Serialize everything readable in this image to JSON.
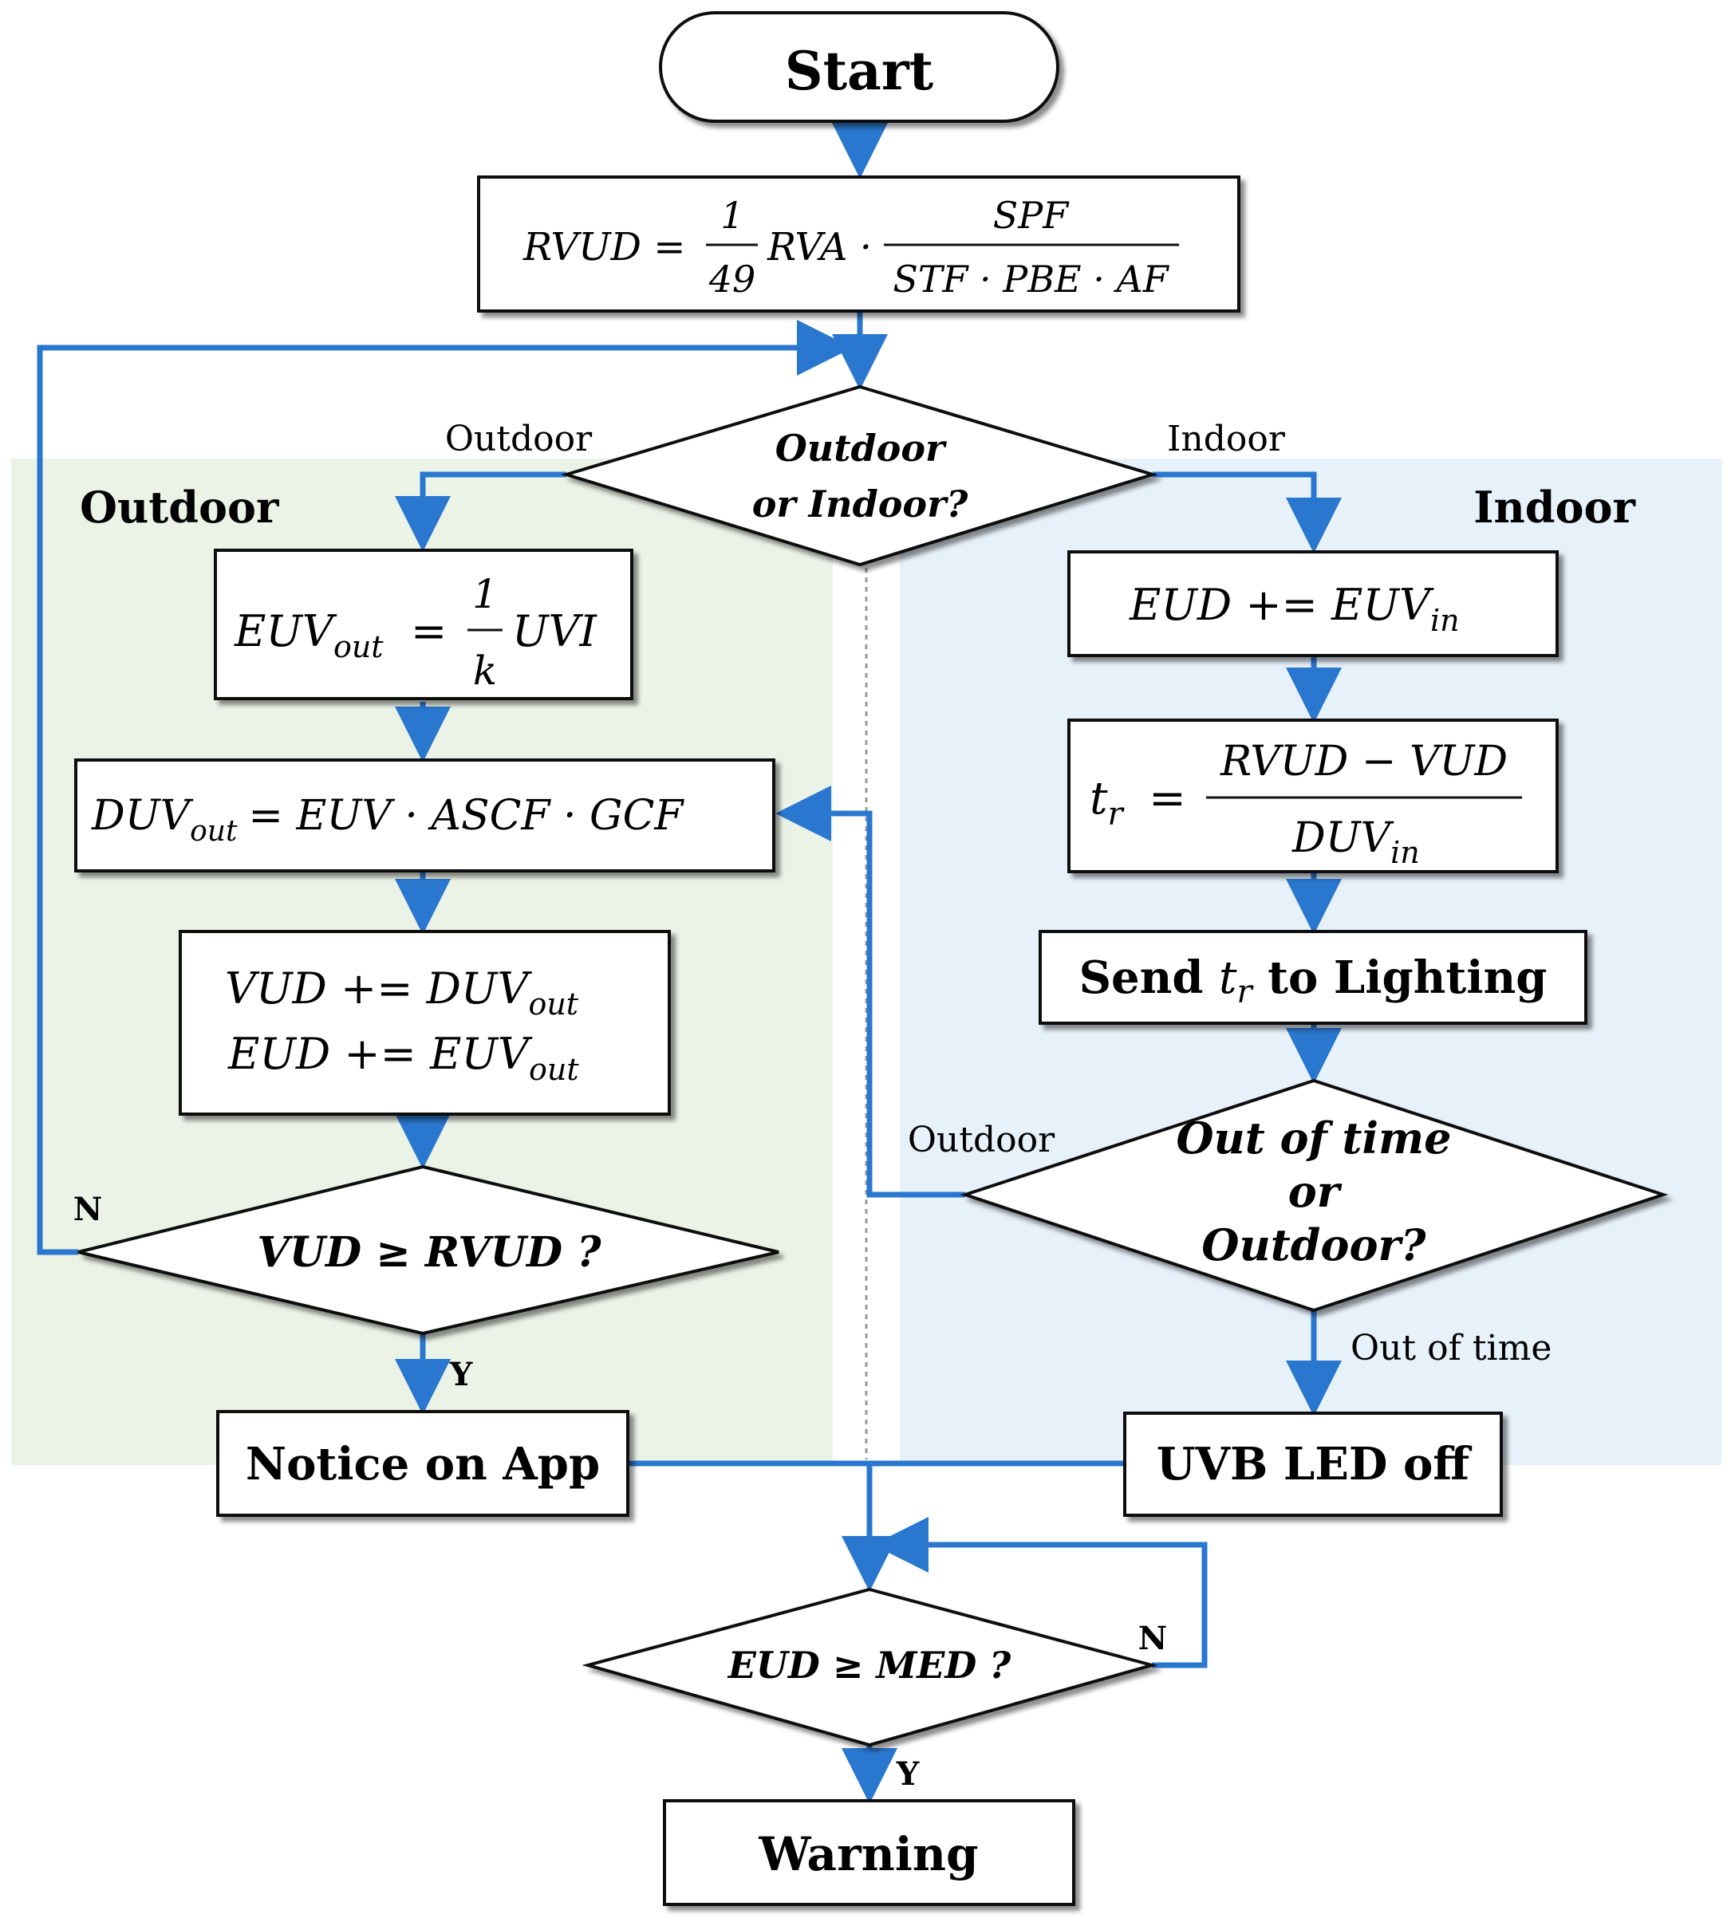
{
  "regions": {
    "outdoor": {
      "title": "Outdoor",
      "fill": "#ebf3e7"
    },
    "indoor": {
      "title": "Indoor",
      "fill": "#e7f1fa"
    }
  },
  "colors": {
    "arrow": "#2a77cf",
    "box_stroke": "#111111"
  },
  "nodes": {
    "start": "Start",
    "rvud": {
      "lhs": "RVUD =",
      "frac_num": "1",
      "frac_den": "49",
      "mid": "RVA ·",
      "num": "SPF",
      "den": "STF · PBE · AF"
    },
    "decision_location": {
      "line1": "Outdoor",
      "line2": "or  Indoor?"
    },
    "euv_out": {
      "lhs_base": "EUV",
      "lhs_sub": "out",
      "eq": "=",
      "frac_num": "1",
      "frac_den": "k",
      "rhs": "UVI"
    },
    "duv_out": {
      "lhs_base": "DUV",
      "lhs_sub": "out",
      "rhs": "= EUV · ASCF · GCF"
    },
    "accumulate_out": {
      "l1_lhs": "VUD += DUV",
      "l1_sub": "out",
      "l2_lhs": "EUD += EUV",
      "l2_sub": "out"
    },
    "decision_vud": "VUD ≥ RVUD ?",
    "notice": "Notice on App",
    "eud_in": {
      "lhs": "EUD += EUV",
      "sub": "in"
    },
    "tr": {
      "lhs_base": "t",
      "lhs_sub": "r",
      "eq": "=",
      "num": "RVUD − VUD",
      "den_base": "DUV",
      "den_sub": "in"
    },
    "send": {
      "pre": "Send ",
      "var": "t",
      "sub": "r",
      "post": " to Lighting"
    },
    "decision_time": {
      "line1": "Out of time",
      "line2": "or",
      "line3": "Outdoor?"
    },
    "uvb_off": "UVB LED off",
    "decision_med": "EUD ≥ MED ?",
    "warning": "Warning"
  },
  "edge_labels": {
    "outdoor_branch": "Outdoor",
    "indoor_branch": "Indoor",
    "time_outdoor": "Outdoor",
    "out_of_time": "Out of time",
    "vud_no": "N",
    "vud_yes": "Y",
    "med_no": "N",
    "med_yes": "Y"
  }
}
